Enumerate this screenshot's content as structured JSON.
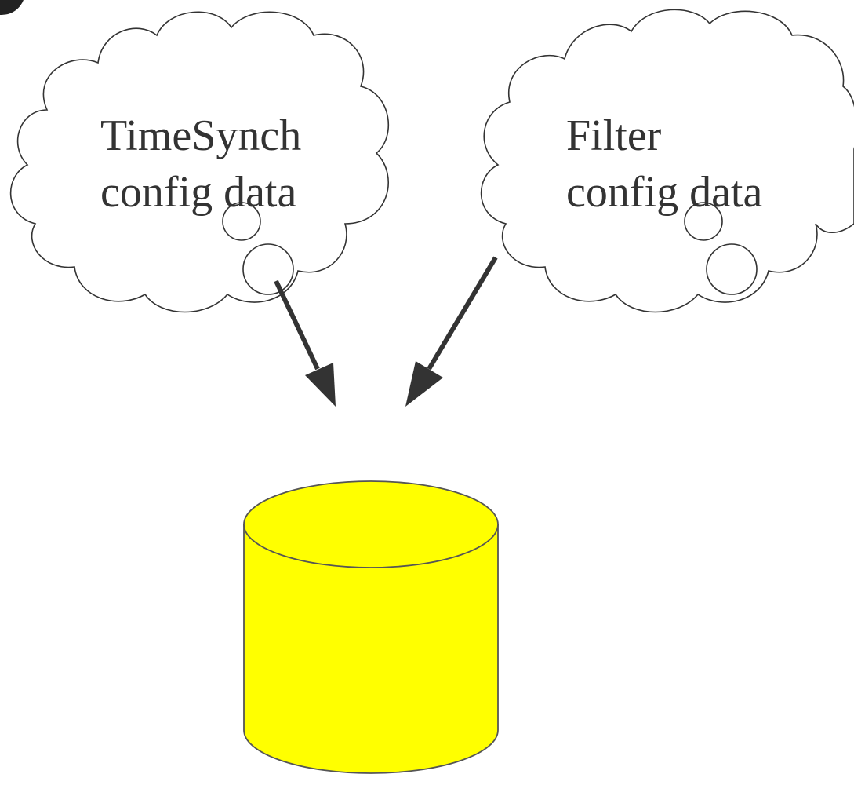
{
  "diagram": {
    "clouds": [
      {
        "id": "timesynch",
        "lines": [
          "TimeSynch",
          "config data"
        ]
      },
      {
        "id": "filter",
        "lines": [
          "Filter",
          "config data"
        ]
      }
    ],
    "cylinder": {
      "fill_color": "#ffff00",
      "stroke_color": "#555555"
    },
    "arrow_color": "#333333",
    "connectors": [
      {
        "from": "timesynch",
        "to": "database"
      },
      {
        "from": "filter",
        "to": "database"
      }
    ]
  }
}
